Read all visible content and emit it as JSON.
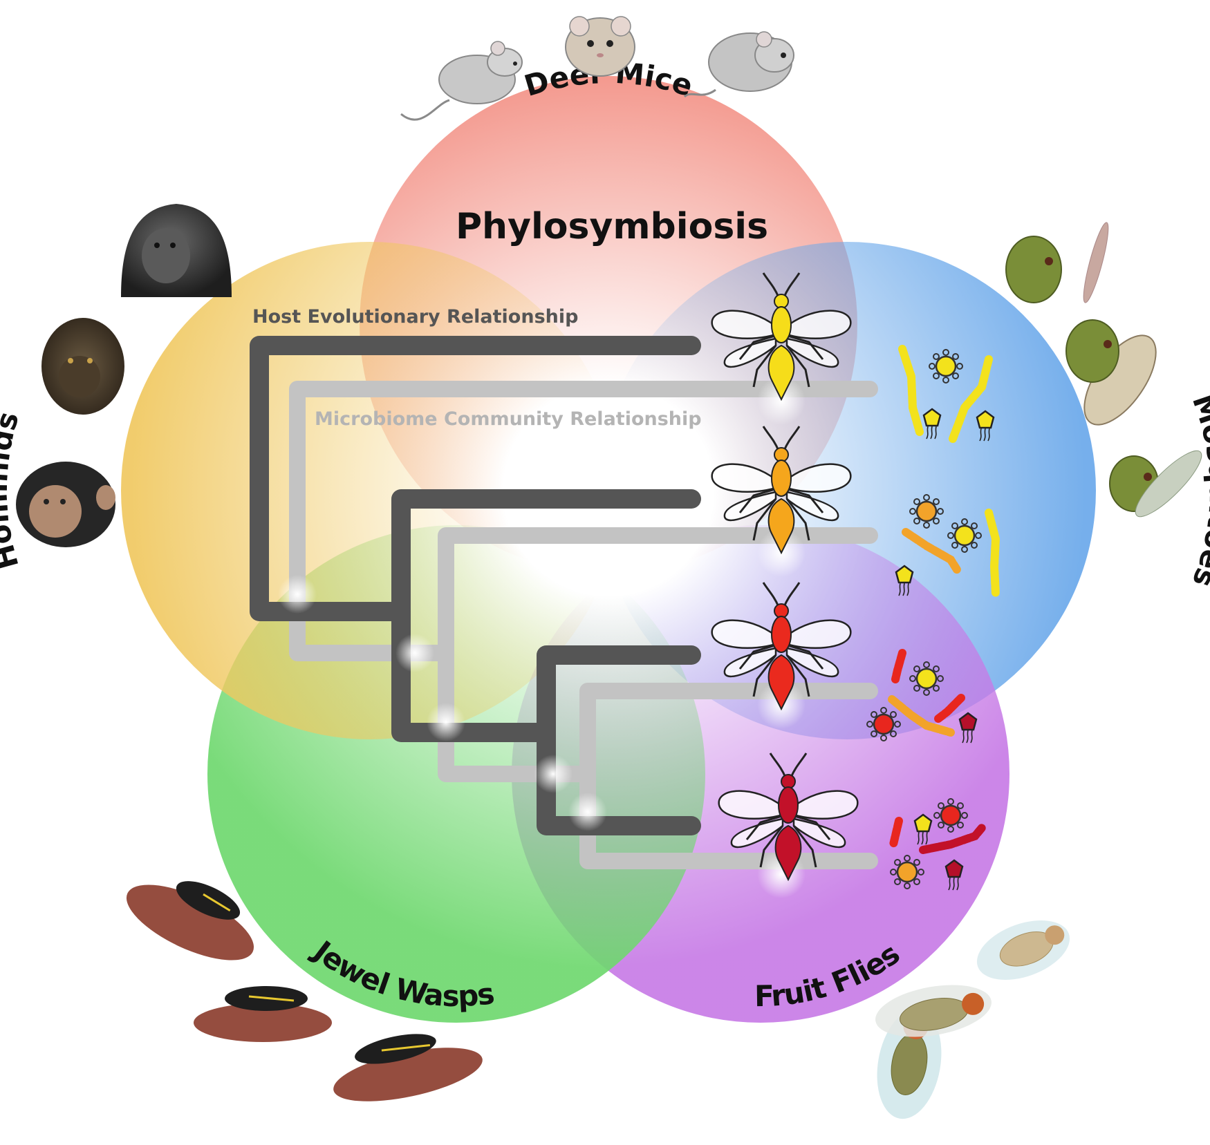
{
  "title": "Phylosymbiosis",
  "petals": [
    {
      "id": "deer-mice",
      "label": "Deer Mice",
      "color": "#f07a6c"
    },
    {
      "id": "mosquitoes",
      "label": "Mosquitoes",
      "color": "#6aa8ea"
    },
    {
      "id": "fruit-flies",
      "label": "Fruit Flies",
      "color": "#c77be6"
    },
    {
      "id": "jewel-wasps",
      "label": "Jewel Wasps",
      "color": "#6fd86f"
    },
    {
      "id": "hominids",
      "label": "Hominids",
      "color": "#f0c860"
    }
  ],
  "tree": {
    "host_label": "Host Evolutionary Relationship",
    "microbiome_label": "Microbiome Community Relationship",
    "host_color": "#555555",
    "microbiome_color": "#c3c3c3"
  },
  "wasp_colors": [
    "#f6dd1a",
    "#f5a61c",
    "#ea2a1e",
    "#c21129"
  ],
  "microbe_colors": {
    "yellow": "#f3e21c",
    "orange": "#f2a32a",
    "red": "#e8261e",
    "dark_red": "#b5102a"
  },
  "icons": [
    "gorilla-icon",
    "orangutan-icon",
    "chimpanzee-icon",
    "deer-mouse-icon",
    "mosquito-icon",
    "fruit-fly-icon",
    "jewel-wasp-icon",
    "wasp-icon",
    "bacterium-icon"
  ]
}
